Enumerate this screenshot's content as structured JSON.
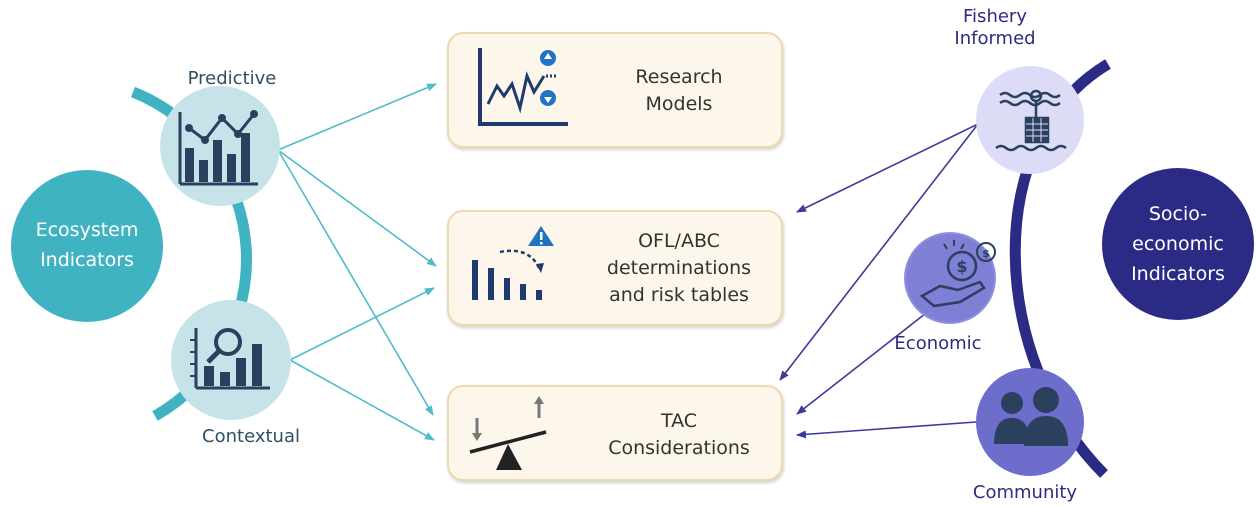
{
  "left_group": {
    "title_line1": "Ecosystem",
    "title_line2": "Indicators",
    "predictive_label": "Predictive",
    "contextual_label": "Contextual"
  },
  "right_group": {
    "title_line1": "Socio-",
    "title_line2": "economic",
    "title_line3": "Indicators",
    "fishery_label_line1": "Fishery",
    "fishery_label_line2": "Informed",
    "economic_label": "Economic",
    "community_label": "Community"
  },
  "boxes": {
    "research": {
      "line1": "Research",
      "line2": "Models"
    },
    "ofl": {
      "line1": "OFL/ABC",
      "line2": "determinations",
      "line3": "and risk tables"
    },
    "tac": {
      "line1": "TAC",
      "line2": "Considerations"
    }
  },
  "colors": {
    "teal": "#40b3c2",
    "teal_light": "#c7e3ea",
    "navy": "#2b2b85",
    "purple_mid": "#6d6dcc",
    "purple_light": "#dcdcf7",
    "arrow_teal": "#4fbcc8",
    "arrow_navy": "#3b3b99",
    "box_fill": "#fcf7ea",
    "box_border": "#ecd9b0",
    "icon_dark": "#2b3f5e",
    "icon_blue": "#1f73c4"
  }
}
